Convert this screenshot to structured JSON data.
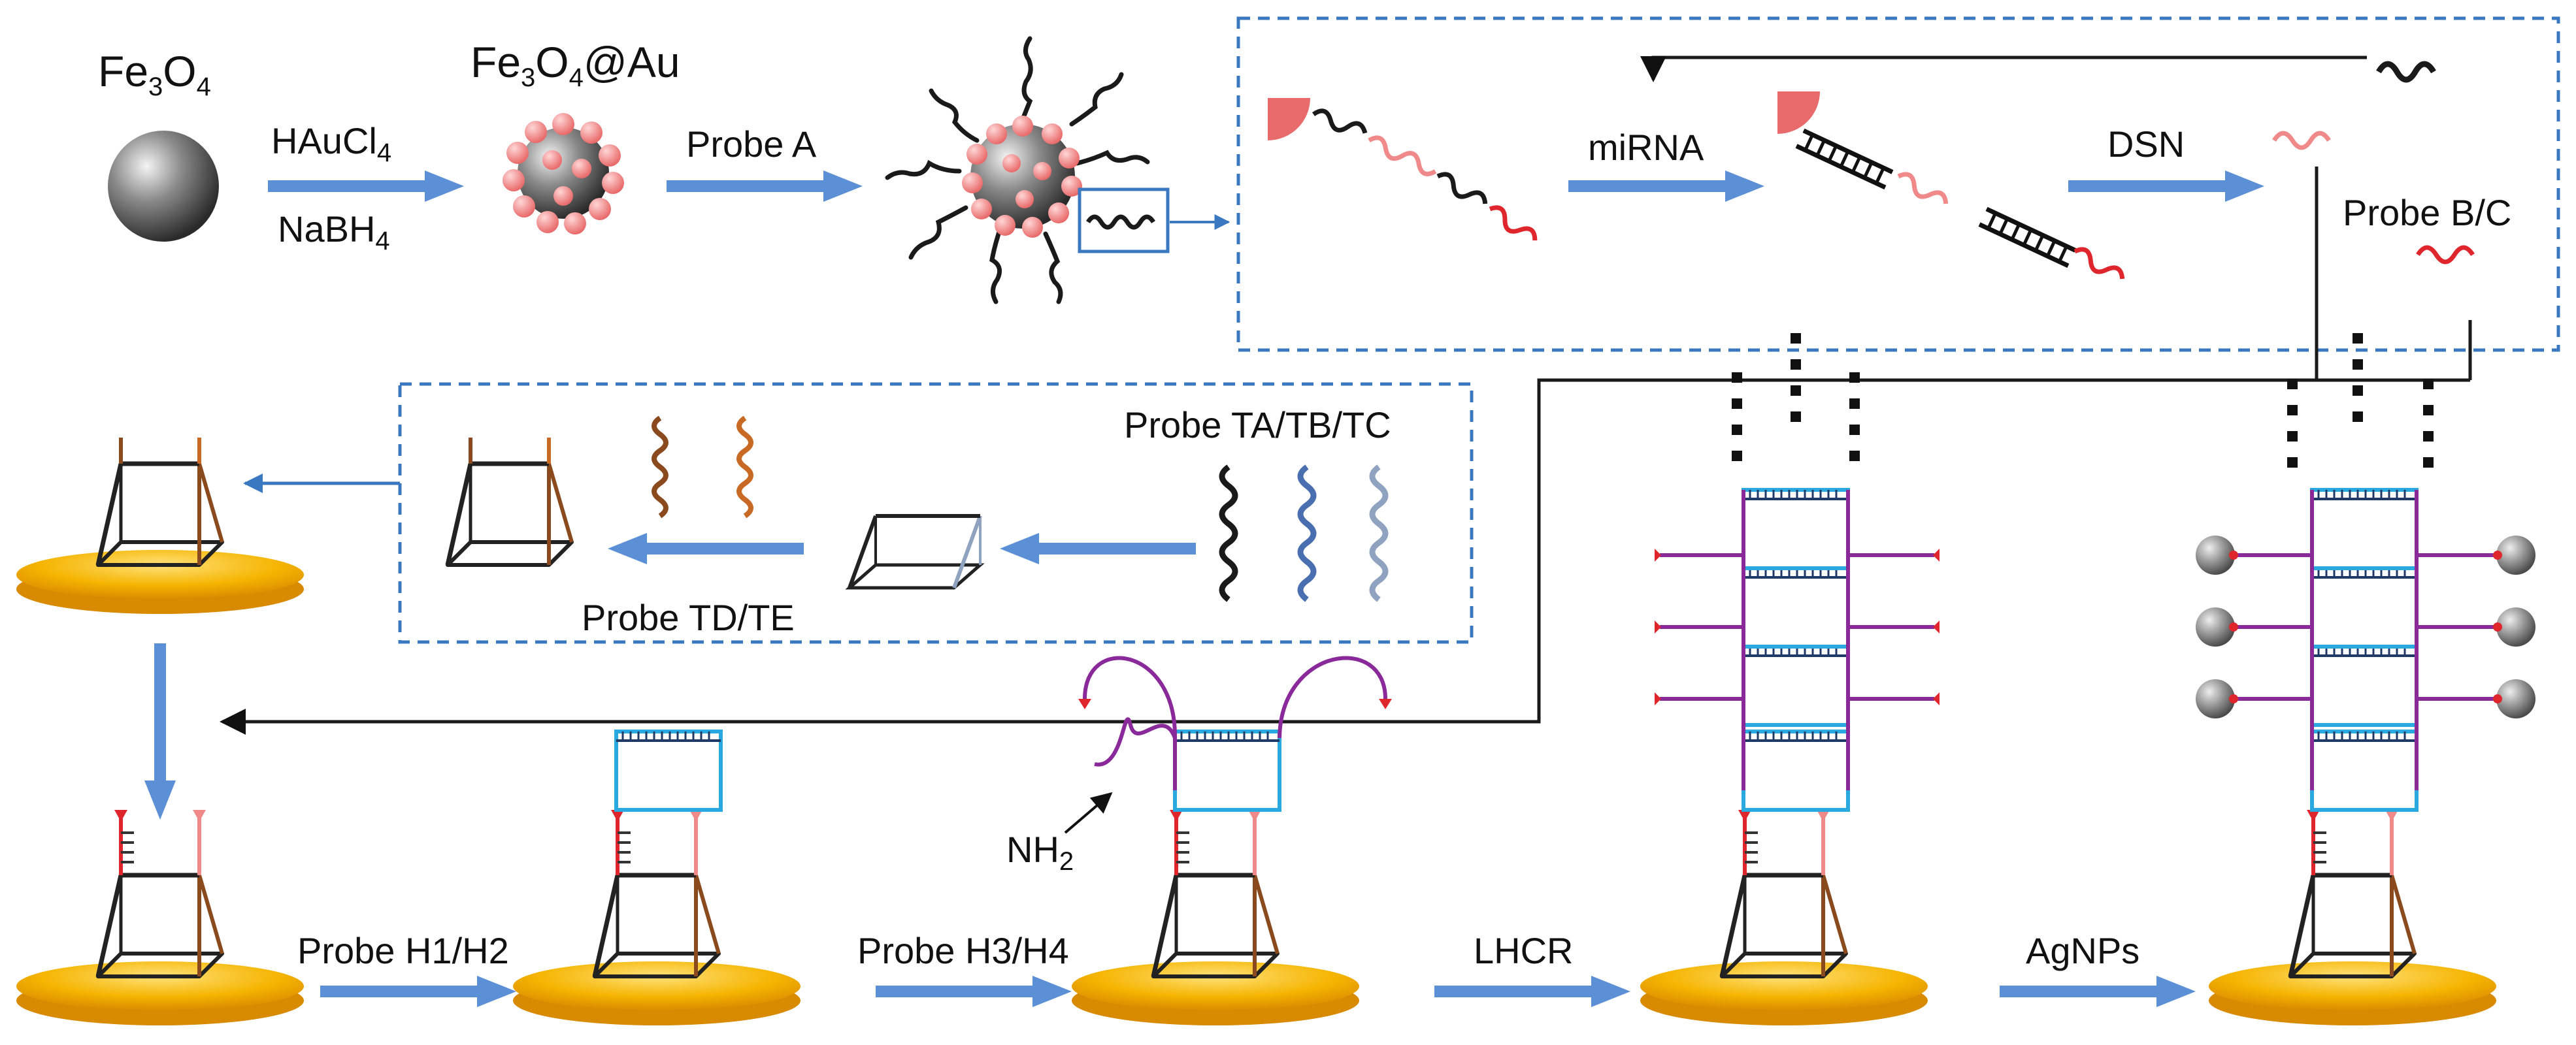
{
  "labels": {
    "fe3o4_main": "Fe",
    "fe3o4_s1": "3",
    "fe3o4_o": "O",
    "fe3o4_s2": "4",
    "feau_main": "Fe",
    "feau_s1": "3",
    "feau_o": "O",
    "feau_s2": "4",
    "feau_tail": "@Au",
    "haucl_main": "HAuCl",
    "haucl_sub": "4",
    "nabh_main": "NaBH",
    "nabh_sub": "4",
    "probe_a": "Probe A",
    "mirna": "miRNA",
    "dsn": "DSN",
    "probe_bc": "Probe B/C",
    "probe_tatbtc": "Probe TA/TB/TC",
    "probe_tdte": "Probe TD/TE",
    "nh2_main": "NH",
    "nh2_sub": "2",
    "probe_h1h2": "Probe H1/H2",
    "probe_h3h4": "Probe H3/H4",
    "lhcr": "LHCR",
    "agnps": "AgNPs"
  },
  "colors": {
    "arrow_blue": "#5b8fd6",
    "dash_box": "#3a78c2",
    "gold": "#f5b400",
    "particle_pink": "#f08a8a",
    "strand_red": "#e0262d",
    "strand_pink": "#f08a8a",
    "strand_black": "#1a1a1a",
    "strand_brown": "#8a4a1e",
    "strand_orange": "#c96a24",
    "strand_navy": "#1f3a66",
    "strand_blue": "#4a6fb0",
    "strand_grey": "#8fa3c0",
    "hairpin_cyan": "#2aa8e0",
    "hairpin_purple": "#8a2a9a",
    "agnp_grey": "#9a9a9a"
  }
}
